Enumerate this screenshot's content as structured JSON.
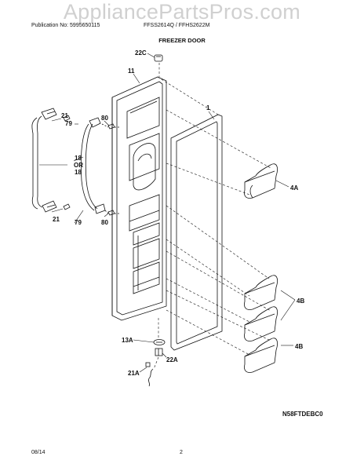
{
  "watermark": "AppliancePartsPros.com",
  "header": {
    "publication": "Publication No: 5995650115",
    "models": "FFSS2614Q / FFHS2622M"
  },
  "title": "FREEZER DOOR",
  "callouts": {
    "c22C": "22C",
    "c11": "11",
    "c1": "1",
    "c21_top": "21",
    "c79_top": "79",
    "c80_top": "80",
    "c18": "18",
    "cOR": "OR",
    "c18b": "18",
    "c21_bottom": "21",
    "c79_bottom": "79",
    "c80_bottom": "80",
    "c4A": "4A",
    "c4B_top": "4B",
    "c4B_bottom": "4B",
    "c13A": "13A",
    "c22A": "22A",
    "c21A": "21A"
  },
  "diagram_code": "N58FTDEBC0",
  "footer": {
    "date": "08/14",
    "page": "2"
  },
  "colors": {
    "line": "#111111",
    "watermark": "#d0d0d0"
  }
}
